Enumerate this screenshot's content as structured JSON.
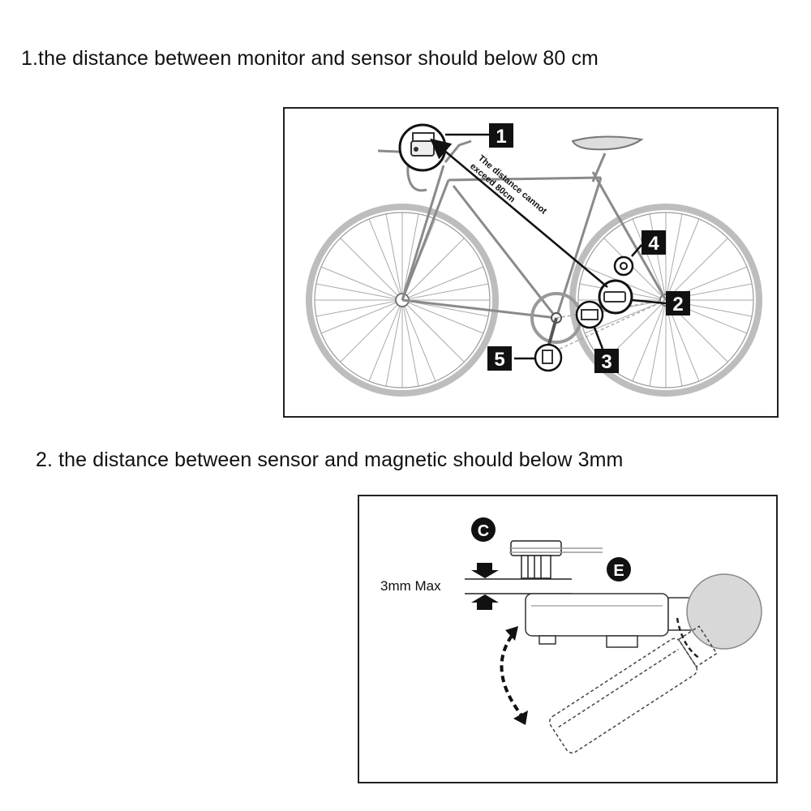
{
  "headings": {
    "step1": "1.the distance between monitor and sensor should below 80 cm",
    "step2": "2.  the distance between sensor and magnetic should below 3mm"
  },
  "bike_diagram": {
    "callouts": [
      "1",
      "2",
      "3",
      "4",
      "5"
    ],
    "distance_note_line1": "The distance cannot",
    "distance_note_line2": "exceed 80cm"
  },
  "sensor_diagram": {
    "label_c": "C",
    "label_e": "E",
    "gap_label": "3mm Max"
  },
  "colors": {
    "wheel_gray": "#b8b8b8",
    "frame_gray": "#8a8a8a",
    "callout_black": "#111111",
    "monitor_gray": "#d8d8d8"
  }
}
